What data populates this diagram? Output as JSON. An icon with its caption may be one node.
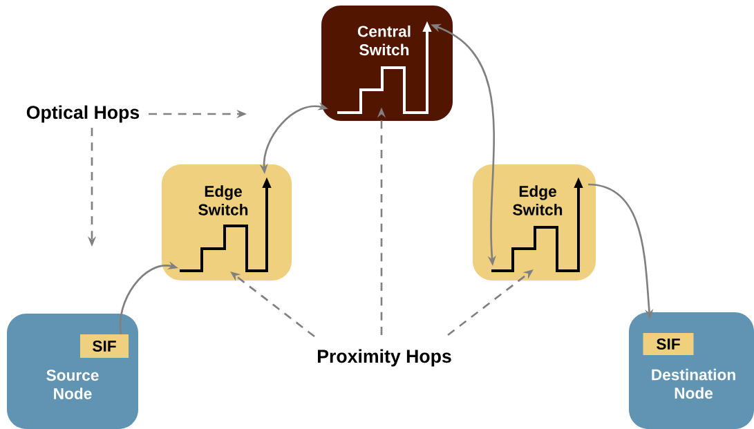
{
  "diagram": {
    "nodes": [
      {
        "text": [
          "Central Switch"
        ]
      },
      {
        "text": [
          "Edge Switch"
        ]
      },
      {
        "text": [
          "Edge Switch"
        ]
      },
      {
        "text": [
          "Source Node"
        ]
      },
      {
        "text": [
          "SIF"
        ],
        "in": 3
      },
      {
        "text": [
          "Destination Node"
        ]
      },
      {
        "text": [
          "SIF"
        ],
        "in": 5
      },
      {
        "text": [
          "Optical Hops"
        ]
      },
      {
        "text": [
          "Proximity Hops"
        ]
      }
    ],
    "edges": [
      {
        "from": 4,
        "to": 1,
        "arrow": "to"
      },
      {
        "from": 1,
        "to": 0,
        "arrow": "both"
      },
      {
        "from": 0,
        "to": 2,
        "arrow": "both"
      },
      {
        "from": 2,
        "to": 5,
        "arrow": "to"
      },
      {
        "from": 7,
        "to": null,
        "arrow": "to",
        "style": "dashed"
      },
      {
        "from": 7,
        "to": null,
        "arrow": "to",
        "style": "dashed"
      },
      {
        "from": 8,
        "to": 1,
        "arrow": "to",
        "style": "dashed"
      },
      {
        "from": 8,
        "to": 0,
        "arrow": "to",
        "style": "dashed"
      },
      {
        "from": 8,
        "to": 2,
        "arrow": "to",
        "style": "dashed"
      }
    ]
  }
}
